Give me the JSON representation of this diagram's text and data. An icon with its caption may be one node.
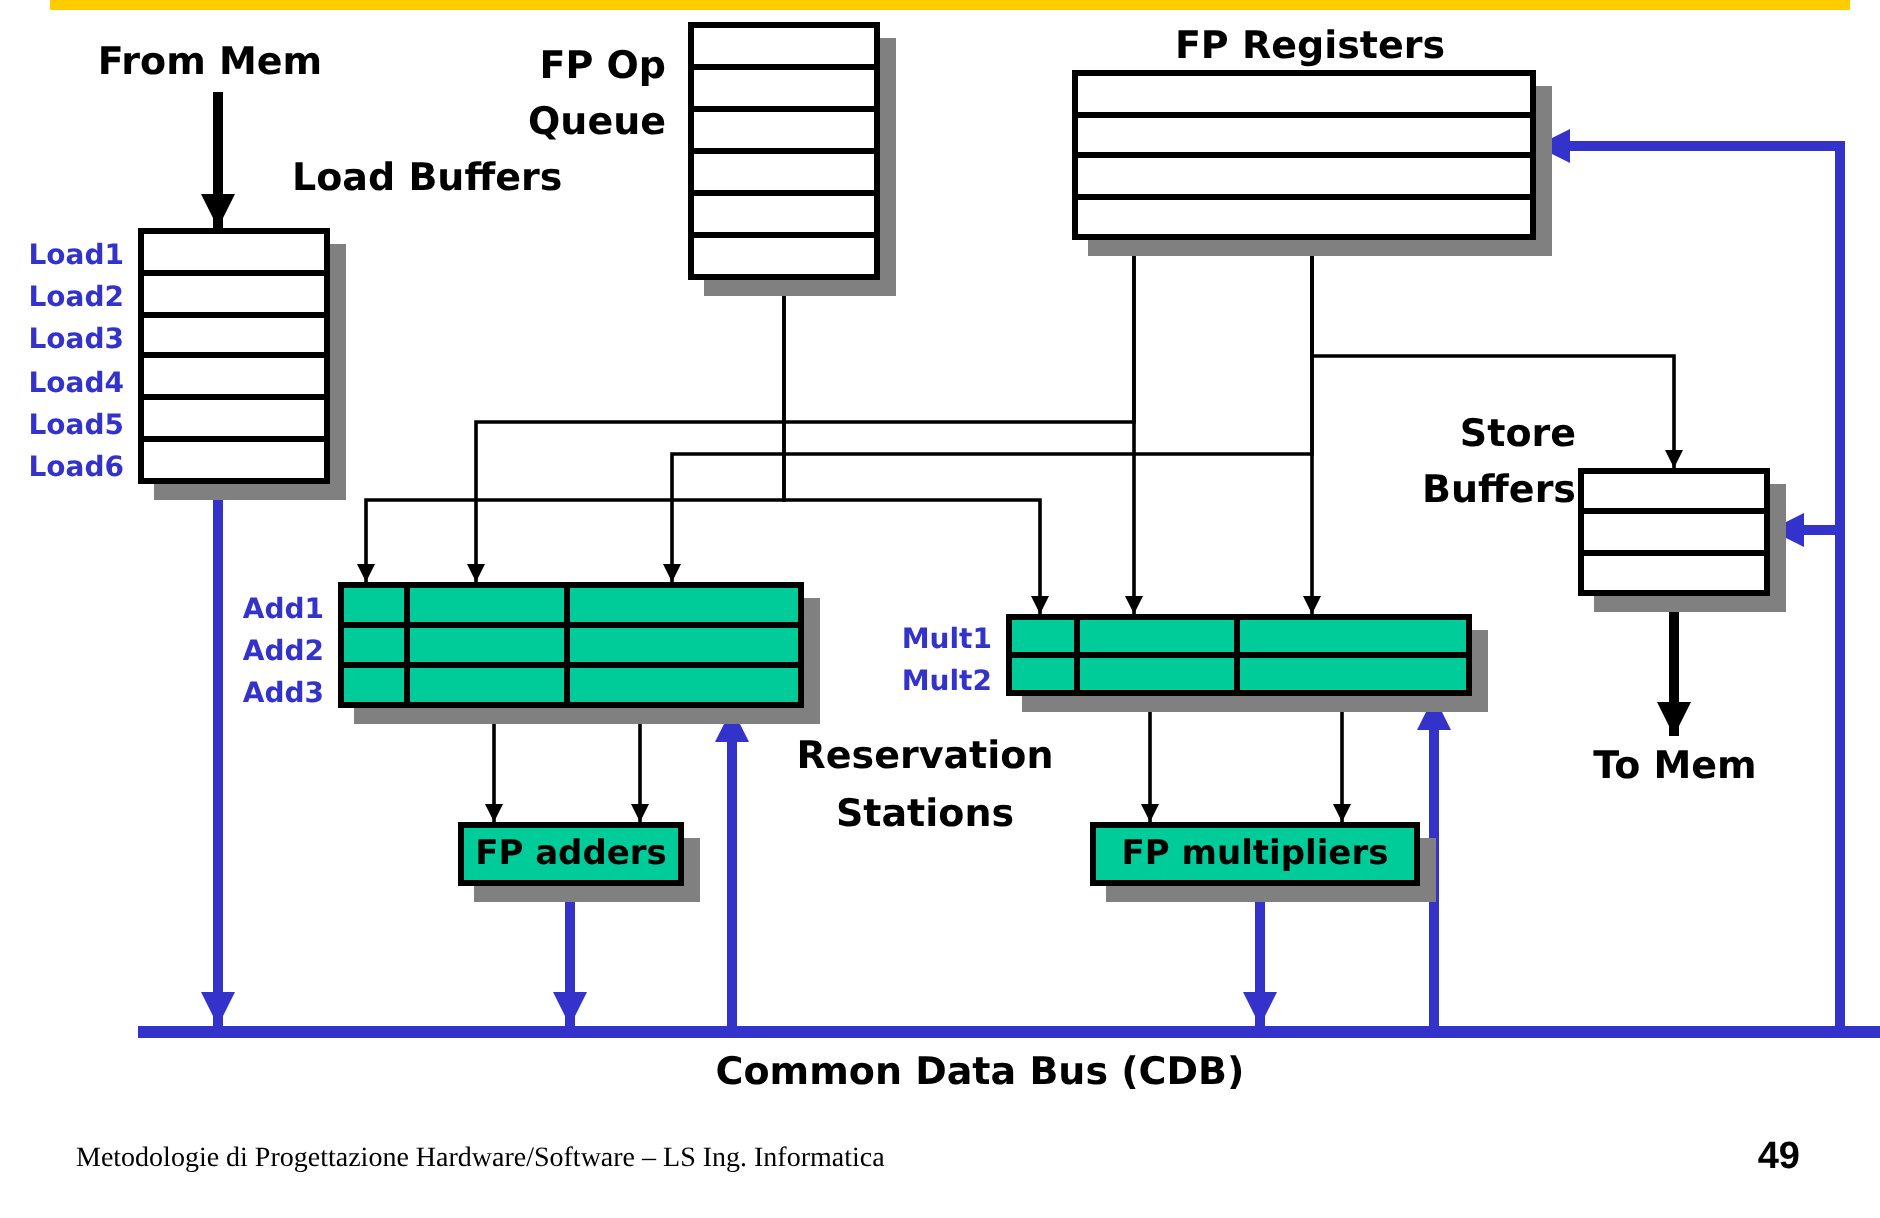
{
  "diagram": {
    "nodes": [
      {
        "text": [
          "From Mem"
        ]
      },
      {
        "text": [
          "Load Buffers"
        ],
        "beside": [
          "Load1",
          "Load2",
          "Load3",
          "Load4",
          "Load5",
          "Load6"
        ]
      },
      {
        "text": [
          "FP Op Queue"
        ]
      },
      {
        "text": [
          "FP Registers"
        ]
      },
      {
        "text": [
          "Store Buffers"
        ]
      },
      {
        "text": [
          "To Mem"
        ]
      },
      {
        "text": [],
        "shape": "box",
        "beside": [
          "Add1",
          "Add2",
          "Add3"
        ]
      },
      {
        "text": [],
        "shape": "box",
        "beside": [
          "Mult1",
          "Mult2"
        ]
      },
      {
        "text": [
          "FP adders"
        ]
      },
      {
        "text": [
          "FP multipliers"
        ]
      },
      {
        "text": [
          "Common Data Bus (CDB)"
        ]
      }
    ],
    "edges": [
      {
        "from": 0,
        "to": 1,
        "arrow": "to",
        "style": "thick"
      },
      {
        "from": 1,
        "to": 10,
        "arrow": "to",
        "style": "thick",
        "color": "#3333cc"
      },
      {
        "from": 2,
        "to": 6,
        "arrow": "to"
      },
      {
        "from": 2,
        "to": 7,
        "arrow": "to"
      },
      {
        "from": 3,
        "to": 6,
        "arrow": "to"
      },
      {
        "from": 3,
        "to": 6,
        "arrow": "to"
      },
      {
        "from": 3,
        "to": 7,
        "arrow": "to"
      },
      {
        "from": 3,
        "to": 7,
        "arrow": "to"
      },
      {
        "from": 3,
        "to": 4,
        "arrow": "to"
      },
      {
        "from": 4,
        "to": 5,
        "arrow": "to",
        "style": "thick"
      },
      {
        "from": 6,
        "to": 8,
        "arrow": "to"
      },
      {
        "from": 6,
        "to": 8,
        "arrow": "to"
      },
      {
        "from": 7,
        "to": 9,
        "arrow": "to"
      },
      {
        "from": 7,
        "to": 9,
        "arrow": "to"
      },
      {
        "from": 8,
        "to": 10,
        "arrow": "to",
        "style": "thick",
        "color": "#3333cc"
      },
      {
        "from": 9,
        "to": 10,
        "arrow": "to",
        "style": "thick",
        "color": "#3333cc"
      },
      {
        "from": 10,
        "to": 6,
        "arrow": "to",
        "style": "thick",
        "color": "#3333cc"
      },
      {
        "from": 10,
        "to": 7,
        "arrow": "to",
        "style": "thick",
        "color": "#3333cc"
      },
      {
        "from": 10,
        "to": 3,
        "arrow": "to",
        "style": "thick",
        "color": "#3333cc"
      },
      {
        "from": 10,
        "to": 4,
        "arrow": "to",
        "style": "thick",
        "color": "#3333cc"
      }
    ],
    "labels": [
      "Reservation Stations",
      "Metodologie di Progettazione Hardware/Software – LS Ing. Informatica",
      "49"
    ]
  }
}
